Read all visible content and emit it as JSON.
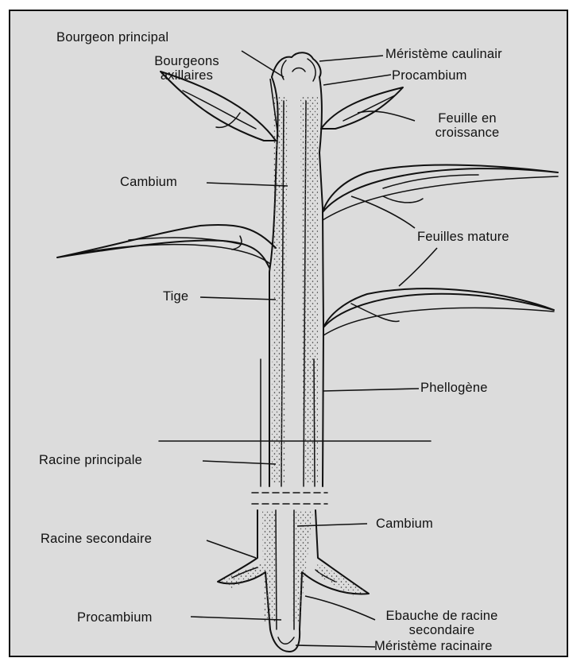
{
  "figure": {
    "labels": {
      "bourgeon_principal": "Bourgeon principal",
      "bourgeons_axillaires": [
        "Bourgeons",
        "axillaires"
      ],
      "meristeme_caulinaire": "Méristème caulinair",
      "procambium_top": "Procambium",
      "feuille_croissance": [
        "Feuille en",
        "croissance"
      ],
      "cambium_top": "Cambium",
      "feuilles_matures": "Feuilles mature",
      "tige": "Tige",
      "phellogene": "Phellogène",
      "racine_principale": "Racine principale",
      "cambium_root": "Cambium",
      "racine_secondaire": "Racine secondaire",
      "procambium_bottom": "Procambium",
      "ebauche": [
        "Ebauche de racine",
        "secondaire"
      ],
      "meristeme_racinaire": "Méristème racinaire"
    }
  },
  "colors": {
    "background": "#dcdcdc",
    "ink": "#111111"
  }
}
